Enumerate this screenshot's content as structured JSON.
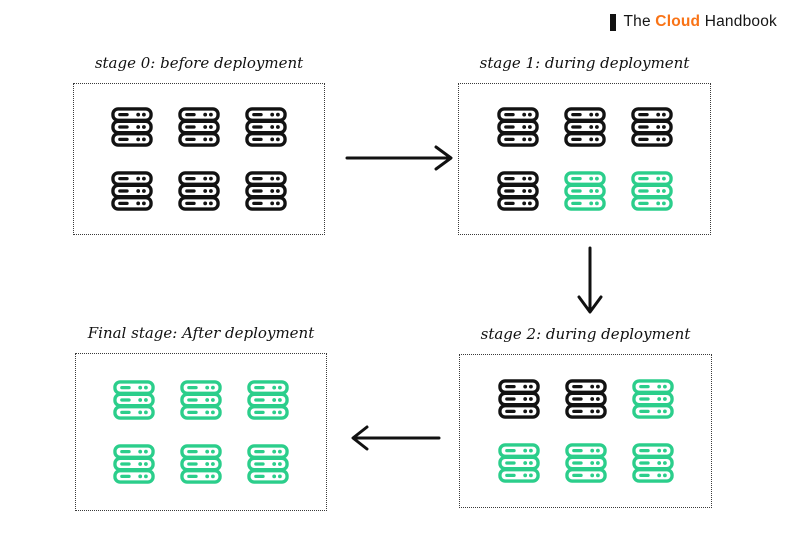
{
  "brand": {
    "prefix": "The",
    "highlight": "Cloud",
    "suffix": "Handbook",
    "highlight_color": "#F97316",
    "text_color": "#151515"
  },
  "colors": {
    "server_old": "#121212",
    "server_new": "#2BCE8B",
    "arrow": "#111111",
    "panel_border": "#3a3a3a"
  },
  "stages": [
    {
      "id": "stage-0",
      "label": "stage 0: before deployment",
      "servers": [
        "old",
        "old",
        "old",
        "old",
        "old",
        "old"
      ]
    },
    {
      "id": "stage-1",
      "label": "stage 1: during deployment",
      "servers": [
        "old",
        "old",
        "old",
        "old",
        "new",
        "new"
      ]
    },
    {
      "id": "stage-2",
      "label": "stage 2: during deployment",
      "servers": [
        "old",
        "old",
        "new",
        "new",
        "new",
        "new"
      ]
    },
    {
      "id": "final",
      "label": "Final stage: After deployment",
      "servers": [
        "new",
        "new",
        "new",
        "new",
        "new",
        "new"
      ]
    }
  ],
  "arrows": [
    {
      "from": "stage-0",
      "to": "stage-1",
      "direction": "right"
    },
    {
      "from": "stage-1",
      "to": "stage-2",
      "direction": "down"
    },
    {
      "from": "stage-2",
      "to": "final",
      "direction": "left"
    }
  ]
}
